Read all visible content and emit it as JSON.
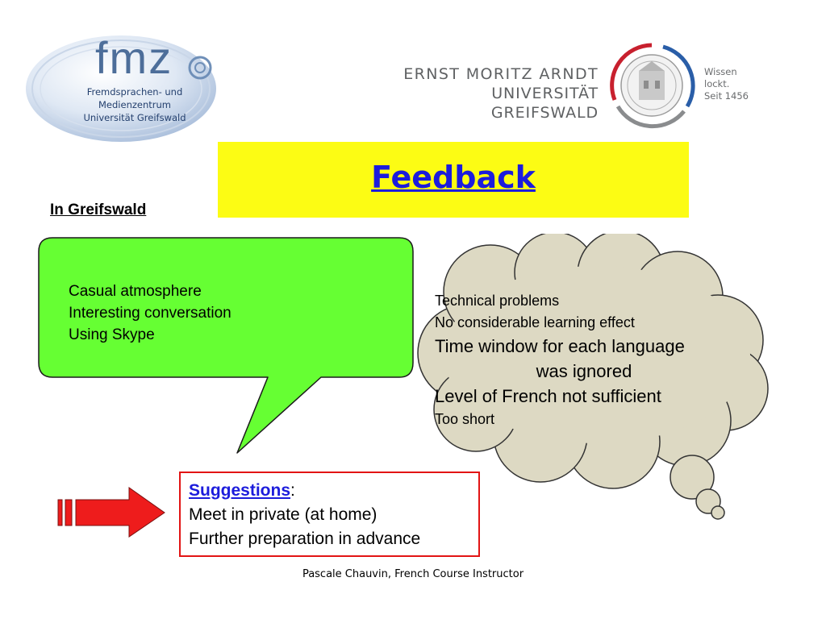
{
  "logos": {
    "fmz": {
      "word": "fmz",
      "lines": [
        "Fremdsprachen- und",
        "Medienzentrum",
        "Universität Greifswald"
      ],
      "color": "#4d6e9a"
    },
    "university": {
      "line1": "ERNST MORITZ ARNDT",
      "line2": "UNIVERSITÄT GREIFSWALD",
      "slogan": [
        "Wissen",
        "lockt.",
        "Seit 1456"
      ],
      "colors": {
        "red": "#c8202e",
        "blue": "#2a5ea8",
        "gray": "#8a8c8e"
      }
    }
  },
  "slide": {
    "title": "Feedback",
    "subtitle": "In Greifswald",
    "positives": [
      "Casual atmosphere",
      "Interesting conversation",
      "Using Skype"
    ],
    "negatives": [
      "Technical problems",
      "No considerable learning effect",
      "Time window for each language",
      "was ignored",
      "Level of French not sufficient",
      "Too short"
    ],
    "suggestions": {
      "heading": "Suggestions",
      "colon": ":",
      "items": [
        "Meet in private (at home)",
        "Further preparation in advance"
      ]
    },
    "footer": "Pascale Chauvin, French Course Instructor"
  },
  "colors": {
    "title_bg": "#fcfc14",
    "title_text": "#1c1cdc",
    "speech_fill": "#66ff33",
    "cloud_fill": "#ddd9c3",
    "arrow_fill": "#ee1c1c",
    "box_border": "#e21414"
  },
  "icons": [
    "fmz-logo-icon",
    "university-seal-icon",
    "speech-bubble-shape",
    "thought-cloud-shape",
    "right-arrow-icon"
  ]
}
